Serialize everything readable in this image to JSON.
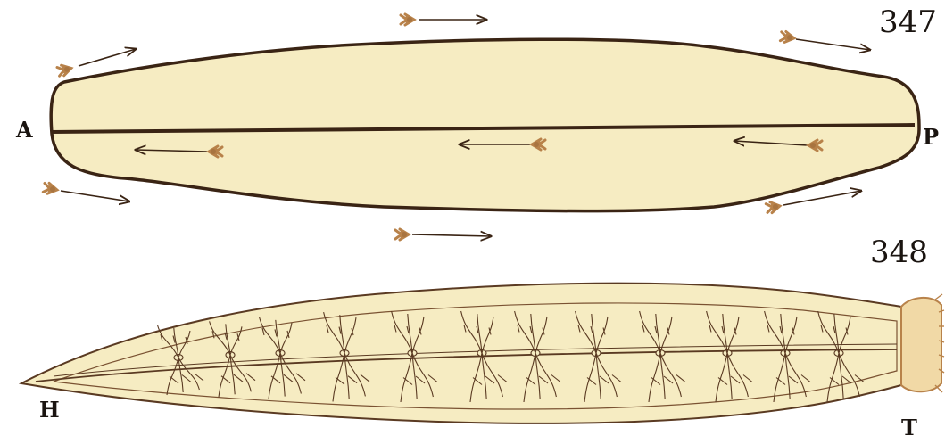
{
  "figure_347": {
    "number": "347",
    "labels": {
      "anterior": "A",
      "posterior": "P"
    }
  },
  "figure_348": {
    "number": "348",
    "labels": {
      "head": "H",
      "tail": "T"
    }
  },
  "colors": {
    "body_fill": "#f6ecc2",
    "outline": "#3a2414",
    "stroke": "#5a3a22",
    "cilia": "#b8824a",
    "background": "#ffffff"
  }
}
